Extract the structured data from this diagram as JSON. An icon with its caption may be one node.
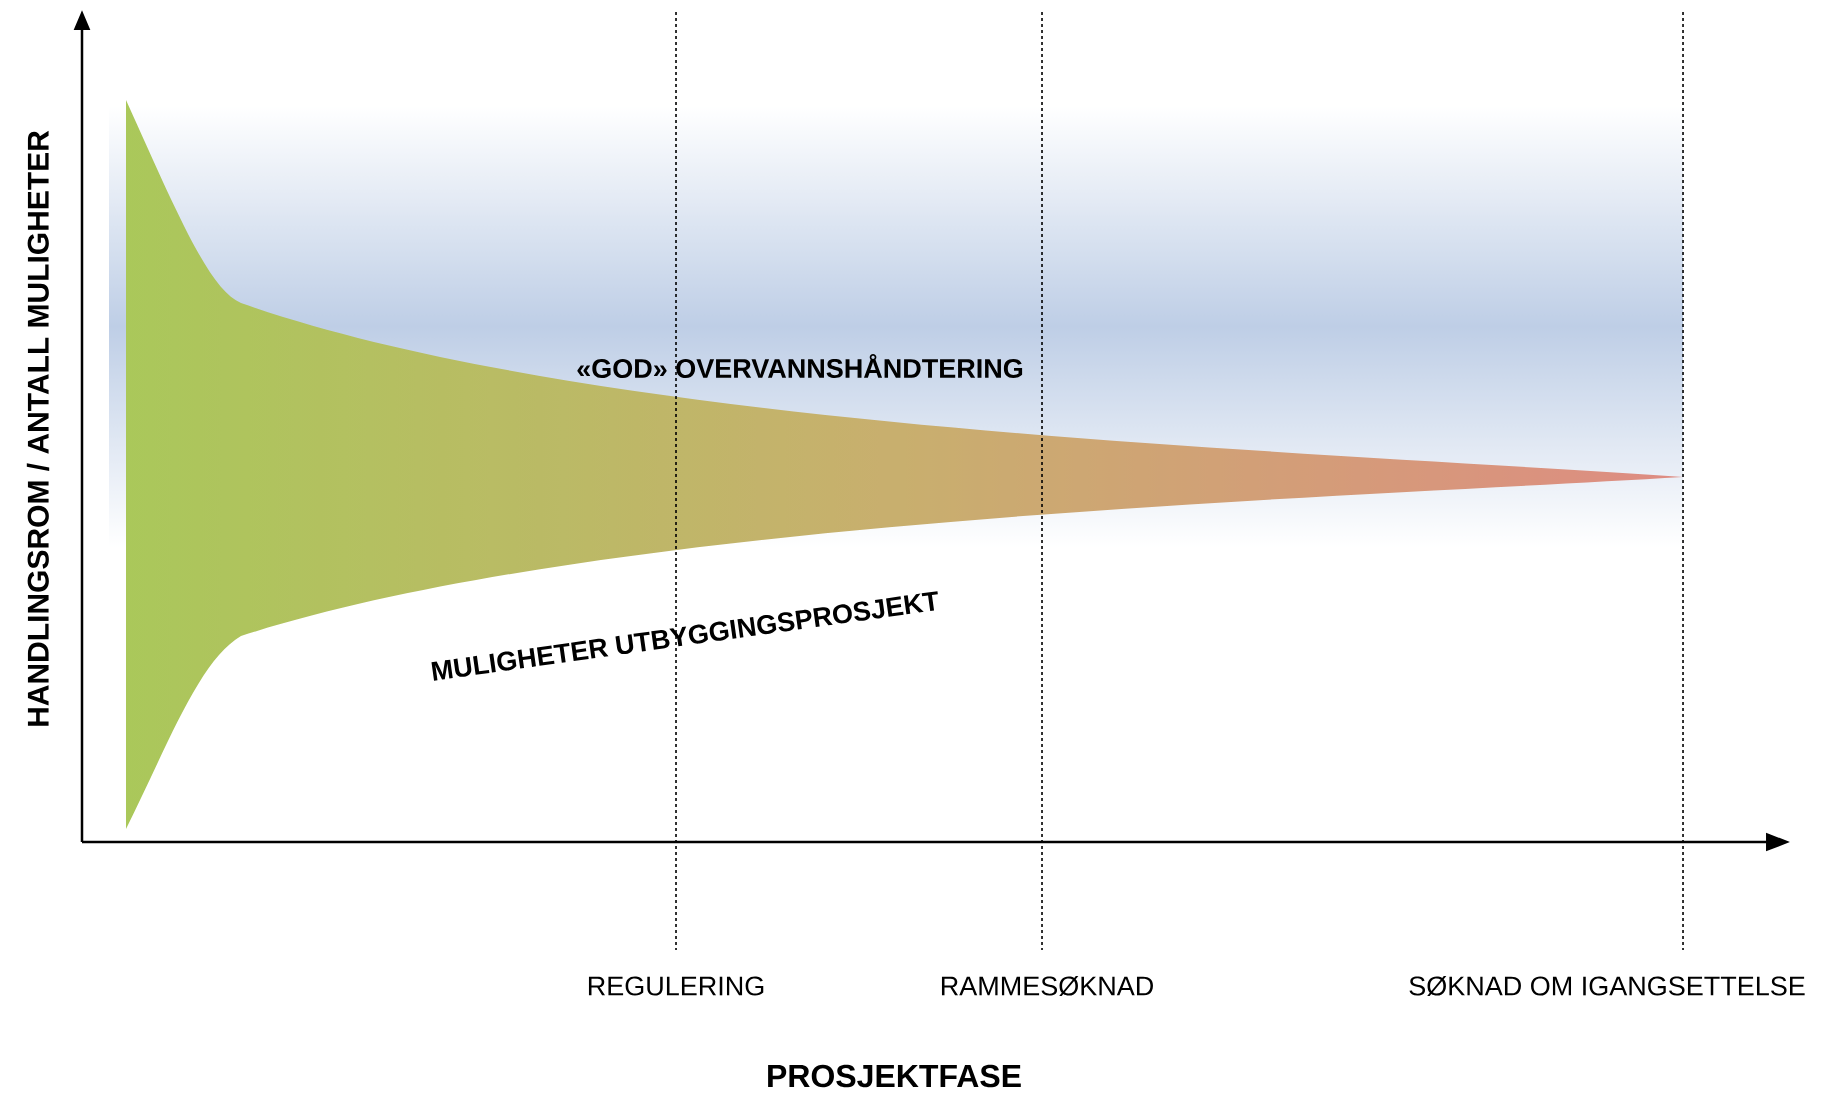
{
  "diagram": {
    "labels": [
      "HANDLINGSROM / ANTALL MULIGHETER",
      "«GOD» OVERVANNSHÅNDTERING",
      "MULIGHETER UTBYGGINGSPROSJEKT",
      "REGULERING",
      "RAMMESØKNAD",
      "SØKNAD OM IGANGSETTELSE",
      "PROSJEKTFASE"
    ]
  }
}
